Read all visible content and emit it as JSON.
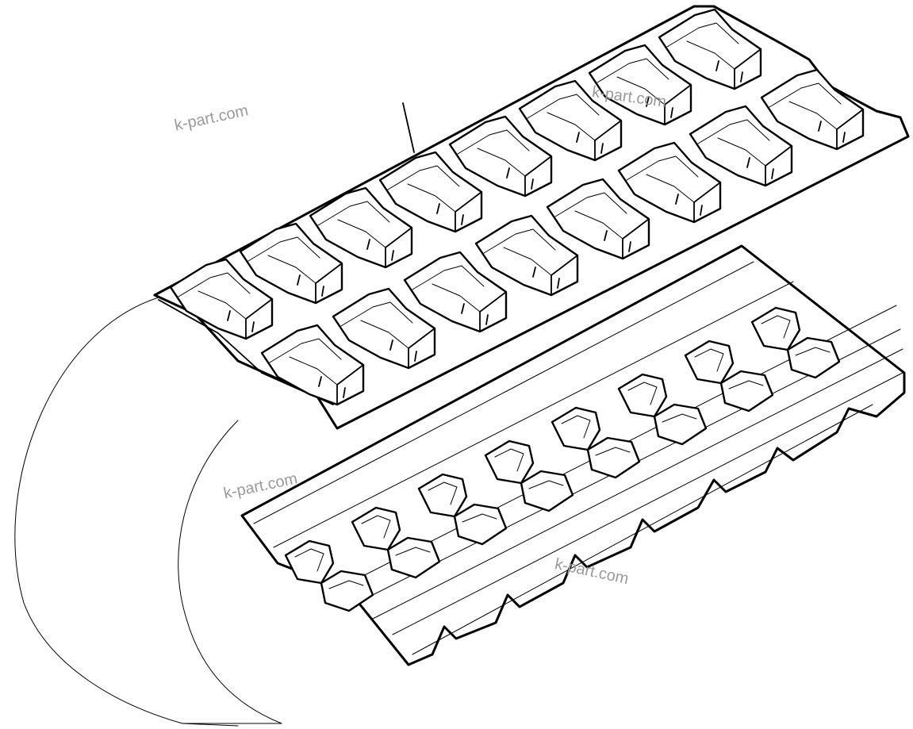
{
  "watermark": {
    "text_1": "k-part.com",
    "text_2": "k-part.com",
    "text_3": "k-part.com",
    "text_4": "k-part.com"
  },
  "drawing": {
    "subject": "rubber-crawler-track",
    "upper_lug_count": 16,
    "lower_guide_count": 8,
    "line_color": "#000000",
    "background_color": "#ffffff"
  }
}
